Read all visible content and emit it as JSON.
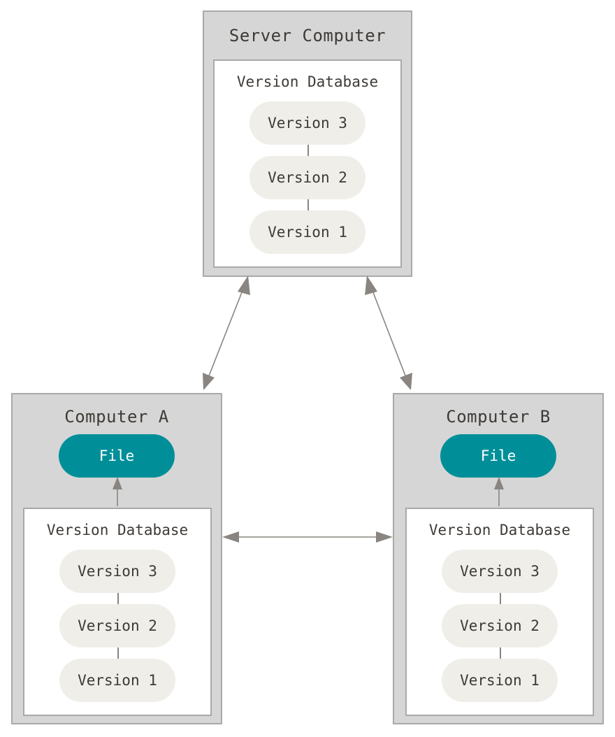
{
  "server": {
    "title": "Server Computer",
    "db_title": "Version Database",
    "versions": [
      "Version 3",
      "Version 2",
      "Version 1"
    ]
  },
  "computer_a": {
    "title": "Computer A",
    "file_label": "File",
    "db_title": "Version Database",
    "versions": [
      "Version 3",
      "Version 2",
      "Version 1"
    ]
  },
  "computer_b": {
    "title": "Computer B",
    "file_label": "File",
    "db_title": "Version Database",
    "versions": [
      "Version 3",
      "Version 2",
      "Version 1"
    ]
  },
  "colors": {
    "computer_bg": "#d6d6d6",
    "border": "#a9a9a9",
    "version_bg": "#efeee8",
    "file_bg": "#008f99",
    "arrow": "#8a8580"
  }
}
